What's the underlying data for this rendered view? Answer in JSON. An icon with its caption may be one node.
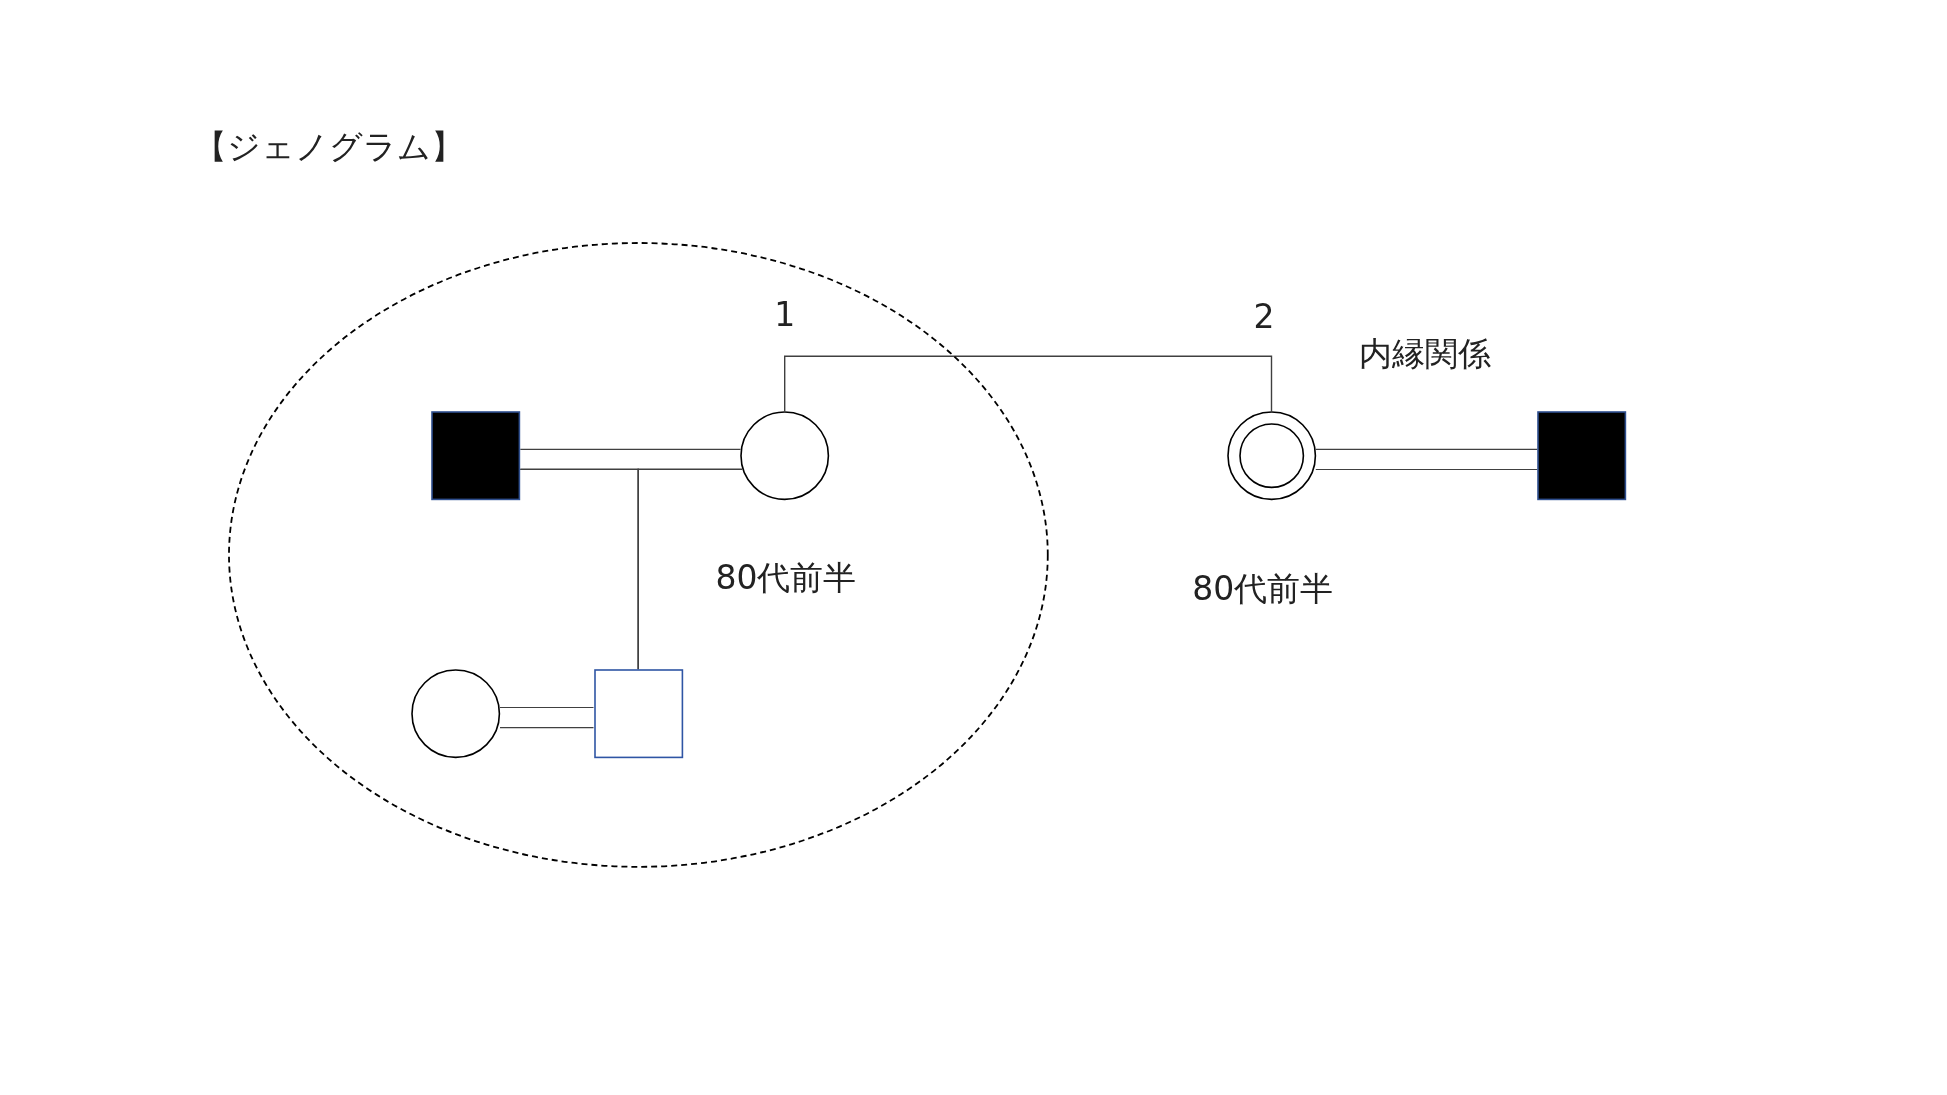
{
  "diagram": {
    "title": "【ジェノグラム】",
    "nodes": [
      {
        "text": [],
        "shape": "ellipse"
      },
      {
        "text": [],
        "shape": "box",
        "in": 0
      },
      {
        "text": [],
        "shape": "circle",
        "in": 0,
        "beside": [
          "1",
          "80代前半"
        ]
      },
      {
        "text": [],
        "shape": "circle",
        "in": 0
      },
      {
        "text": [],
        "shape": "box",
        "in": 0
      },
      {
        "text": [],
        "shape": "circle",
        "beside": [
          "2",
          "80代前半"
        ]
      },
      {
        "text": [],
        "shape": "box"
      }
    ],
    "edges": [
      {
        "from": 1,
        "to": 2,
        "arrow": "none"
      },
      {
        "from": 1,
        "to": 4,
        "arrow": "none"
      },
      {
        "from": 2,
        "to": 4,
        "arrow": "none"
      },
      {
        "from": 3,
        "to": 4,
        "arrow": "none"
      },
      {
        "from": 2,
        "to": 5,
        "arrow": "none"
      },
      {
        "from": 5,
        "to": 6,
        "arrow": "none"
      }
    ],
    "labels": [
      "内縁関係"
    ]
  }
}
